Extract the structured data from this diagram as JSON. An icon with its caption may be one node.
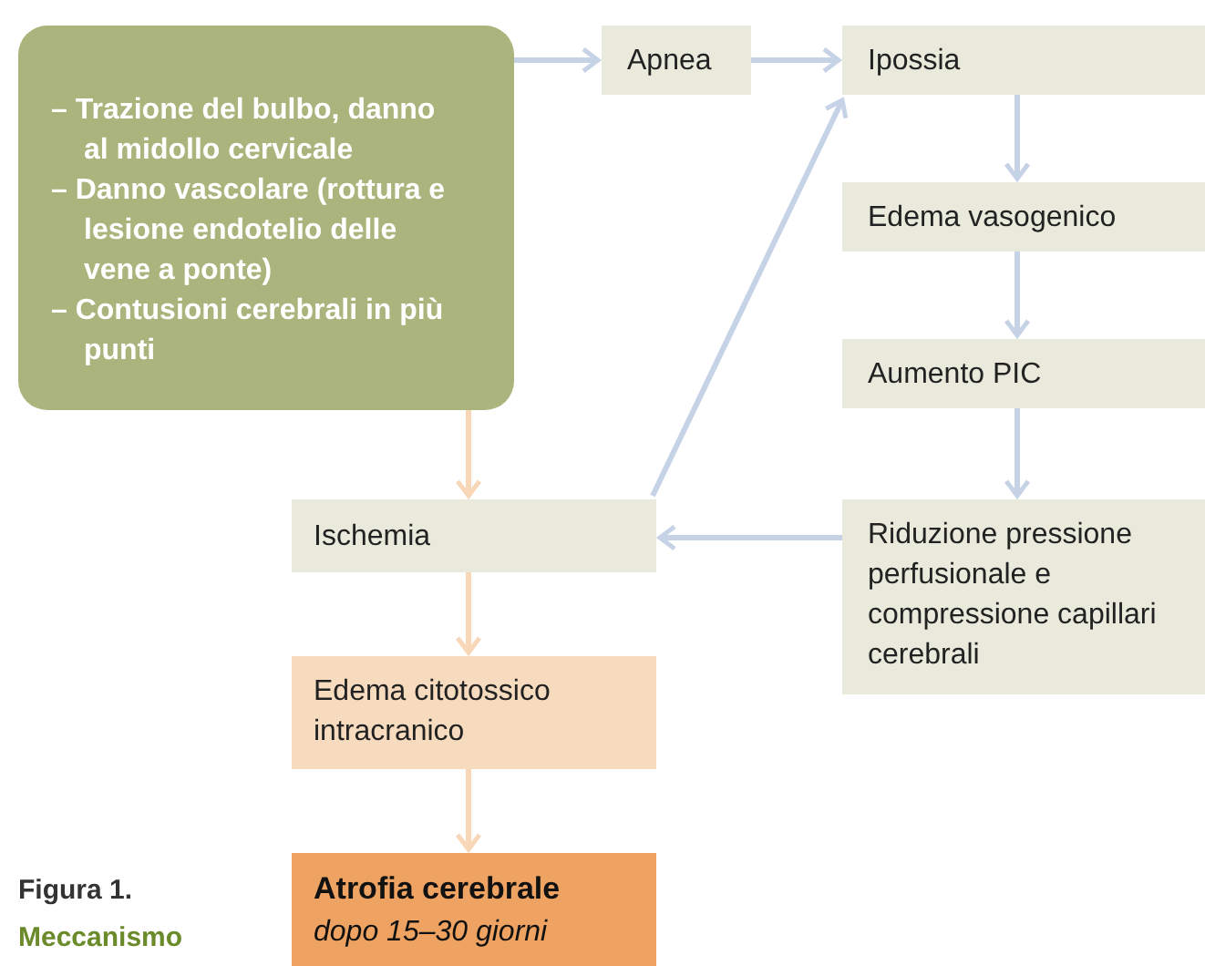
{
  "diagram": {
    "nodes": [
      {
        "text": [
          "– Trazione del bulbo, danno al midollo cervicale",
          "– Danno vascolare (rottura e lesione endotelio delle vene a ponte)",
          "– Contusioni cerebrali in più punti"
        ]
      },
      {
        "text": [
          "Apnea"
        ]
      },
      {
        "text": [
          "Ipossia"
        ]
      },
      {
        "text": [
          "Edema vasogenico"
        ]
      },
      {
        "text": [
          "Aumento PIC"
        ]
      },
      {
        "text": [
          "Ischemia"
        ]
      },
      {
        "text": [
          "Riduzione pressione perfusionale e compressione capillari cerebrali"
        ]
      },
      {
        "text": [
          "Edema citotossico intracranico"
        ]
      },
      {
        "text": [
          "Atrofia cerebrale",
          "dopo 15–30 giorni"
        ]
      }
    ],
    "edges": [
      {
        "from": 0,
        "to": 1,
        "arrow": "to"
      },
      {
        "from": 1,
        "to": 2,
        "arrow": "to"
      },
      {
        "from": 2,
        "to": 3,
        "arrow": "to"
      },
      {
        "from": 3,
        "to": 4,
        "arrow": "to"
      },
      {
        "from": 4,
        "to": 6,
        "arrow": "to"
      },
      {
        "from": 6,
        "to": 5,
        "arrow": "to"
      },
      {
        "from": 5,
        "to": 2,
        "arrow": "to"
      },
      {
        "from": 0,
        "to": 5,
        "arrow": "to",
        "color": "#f8d6b8"
      },
      {
        "from": 5,
        "to": 7,
        "arrow": "to",
        "color": "#f8d6b8"
      },
      {
        "from": 7,
        "to": 8,
        "arrow": "to",
        "color": "#f8d6b8"
      }
    ],
    "labels": [
      "Figura 1.",
      "Meccanismo"
    ]
  }
}
